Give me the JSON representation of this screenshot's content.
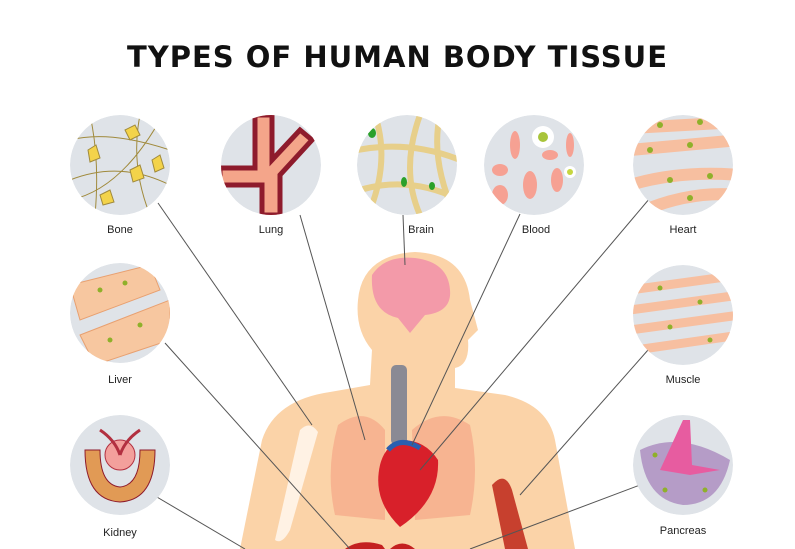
{
  "title": "TYPES OF HUMAN BODY TISSUE",
  "tissues": [
    {
      "name": "Bone"
    },
    {
      "name": "Lung"
    },
    {
      "name": "Brain"
    },
    {
      "name": "Blood"
    },
    {
      "name": "Heart"
    },
    {
      "name": "Liver"
    },
    {
      "name": "Muscle"
    },
    {
      "name": "Kidney"
    },
    {
      "name": "Pancreas"
    }
  ],
  "colors": {
    "circle_bg": "#dfe3e8",
    "skin": "#fbd3a8",
    "heart": "#d8202a",
    "brain": "#f39aa9",
    "lines": "#555555"
  }
}
